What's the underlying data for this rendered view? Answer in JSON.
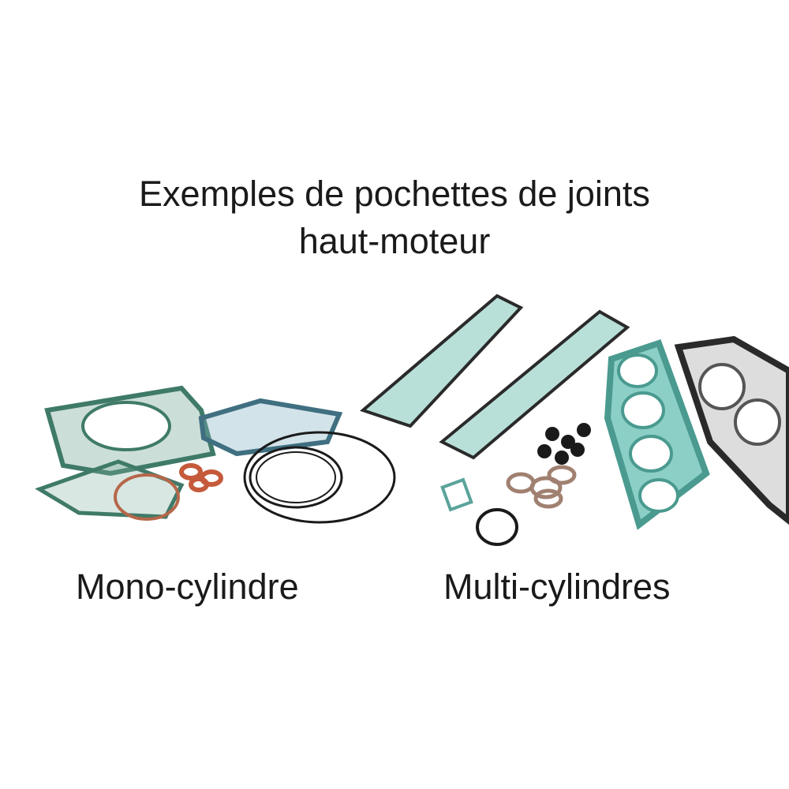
{
  "heading": {
    "line1": "Exemples de pochettes de joints",
    "line2": "haut-moteur"
  },
  "kits": [
    {
      "label": "Mono-cylindre"
    },
    {
      "label": "Multi-cylindres"
    }
  ],
  "colors": {
    "gasket_green": "#4f8f7c",
    "gasket_teal": "#7fc3b8",
    "copper": "#c55a3a",
    "black_ring": "#1a1a1a",
    "head_gasket_dark": "#2a2a2a"
  }
}
